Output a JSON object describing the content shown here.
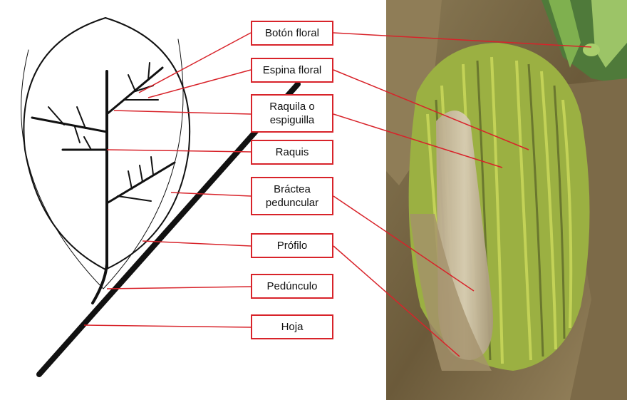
{
  "colors": {
    "connector": "#d8232a",
    "box_border": "#d8232a",
    "stroke": "#111111"
  },
  "labels": {
    "boton_floral": "Botón floral",
    "espina_floral": "Espina floral",
    "raquila_line1": "Raquila o",
    "raquila_line2": "espiguilla",
    "raquis": "Raquis",
    "bractea_line1": "Bráctea",
    "bractea_line2": "peduncular",
    "profilo": "Prófilo",
    "pedunculo": "Pedúnculo",
    "hoja": "Hoja"
  }
}
